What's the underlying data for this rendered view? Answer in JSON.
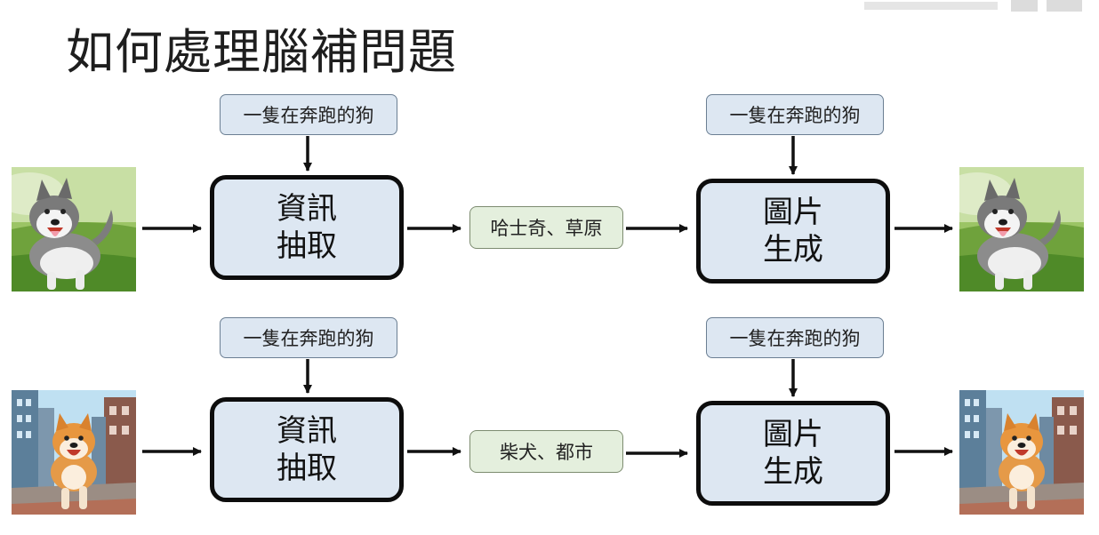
{
  "title": "如何處理腦補問題",
  "rows": [
    {
      "prompt_left": "一隻在奔跑的狗",
      "block_extract": [
        "資訊",
        "抽取"
      ],
      "keywords": "哈士奇、草原",
      "prompt_right": "一隻在奔跑的狗",
      "block_generate": [
        "圖片",
        "生成"
      ],
      "image_icon": "husky-on-grass-image"
    },
    {
      "prompt_left": "一隻在奔跑的狗",
      "block_extract": [
        "資訊",
        "抽取"
      ],
      "keywords": "柴犬、都市",
      "prompt_right": "一隻在奔跑的狗",
      "block_generate": [
        "圖片",
        "生成"
      ],
      "image_icon": "shiba-in-city-image"
    }
  ],
  "colors": {
    "block_fill": "#dde7f2",
    "block_border": "#0d0d0d",
    "keyword_fill": "#e4efdd",
    "arrow": "#111111"
  }
}
